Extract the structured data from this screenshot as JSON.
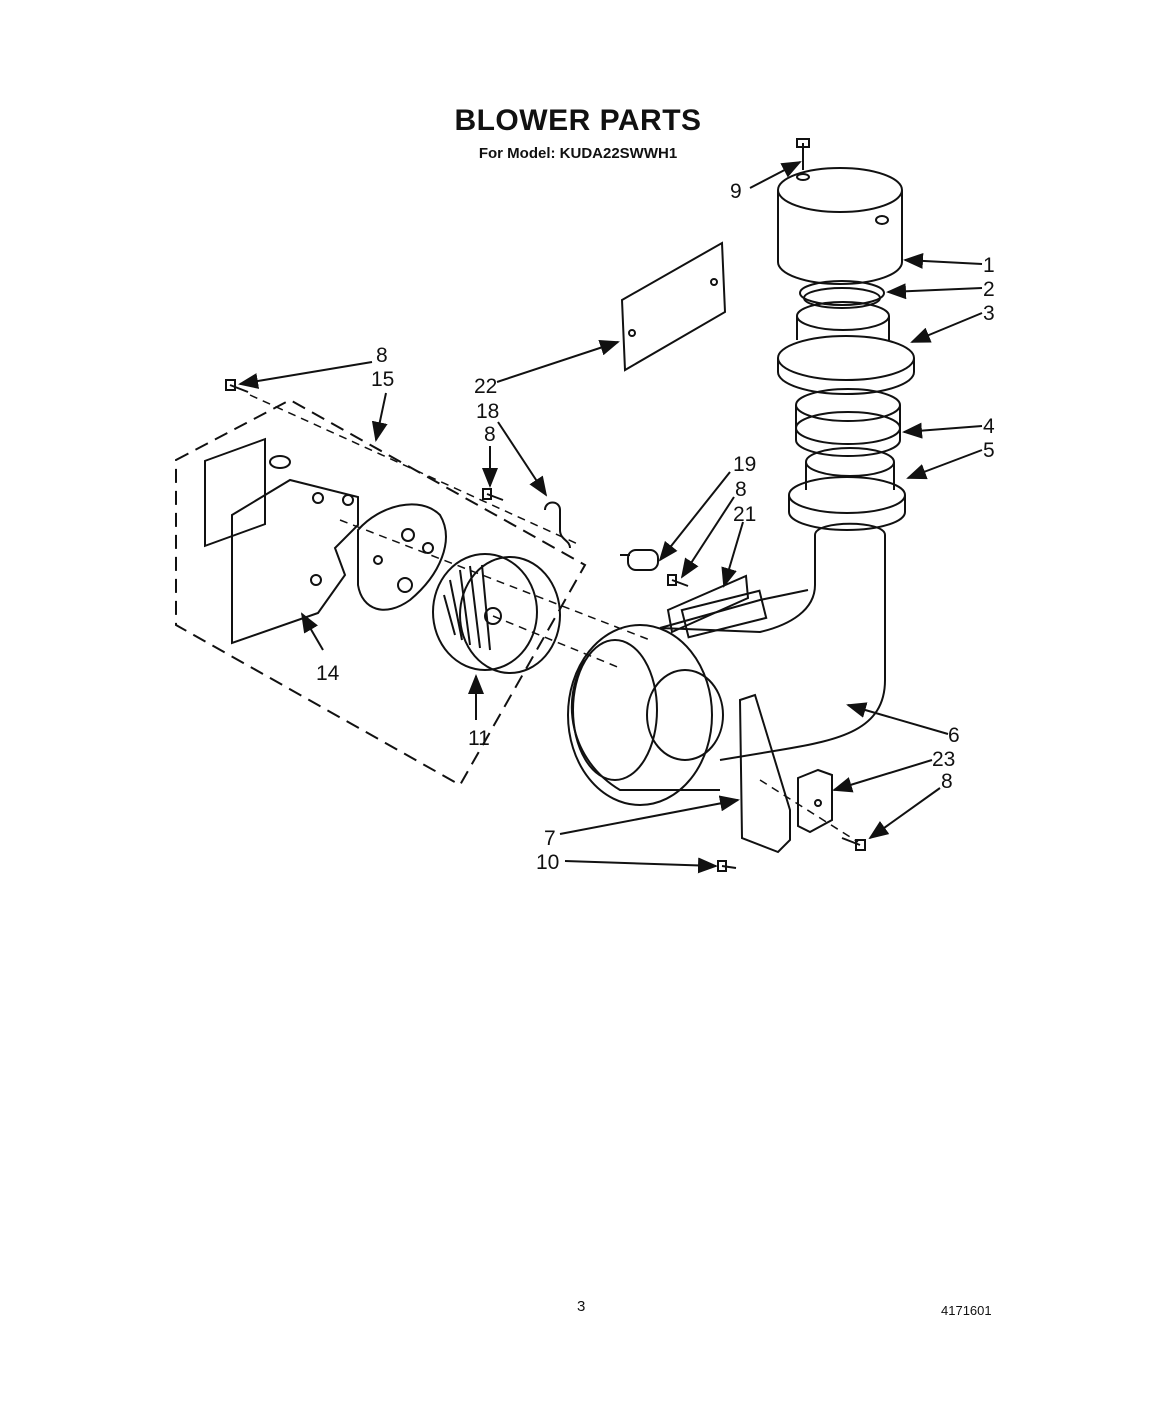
{
  "header": {
    "title": "BLOWER PARTS",
    "subtitle": "For Model: KUDA22SWWH1"
  },
  "callouts": {
    "c9": "9",
    "c1": "1",
    "c2": "2",
    "c3": "3",
    "c4": "4",
    "c5": "5",
    "c8a": "8",
    "c15": "15",
    "c22": "22",
    "c18": "18",
    "c8b": "8",
    "c19": "19",
    "c8c": "8",
    "c21": "21",
    "c14": "14",
    "c11": "11",
    "c6": "6",
    "c23": "23",
    "c8d": "8",
    "c7": "7",
    "c10": "10"
  },
  "footer": {
    "page_number": "3",
    "document_number": "4171601"
  }
}
